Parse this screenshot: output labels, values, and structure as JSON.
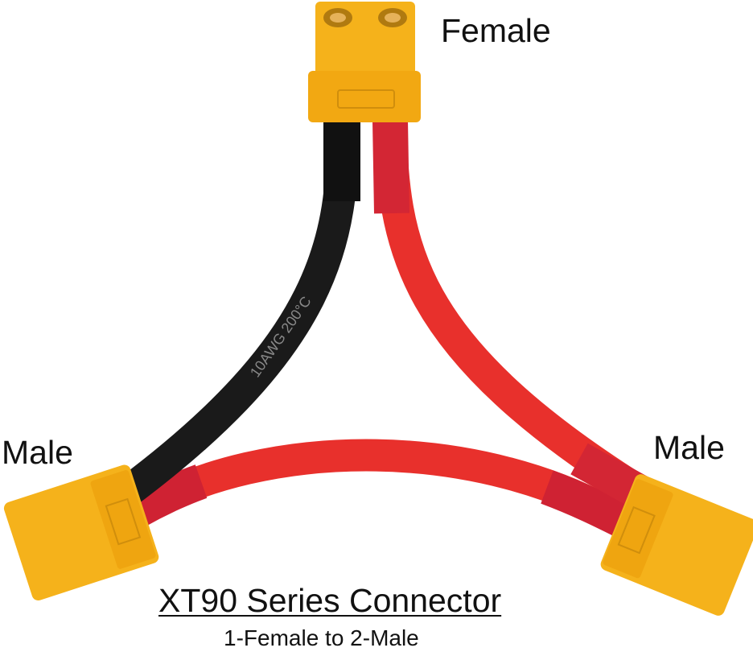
{
  "labels": {
    "female": "Female",
    "male_left": "Male",
    "male_right": "Male"
  },
  "title": "XT90 Series Connector",
  "subtitle": "1-Female to 2-Male",
  "colors": {
    "connector": "#f5b21b",
    "red_wire": "#e8302c",
    "black_wire": "#1a1a1a",
    "shrink": "#d9283a"
  }
}
